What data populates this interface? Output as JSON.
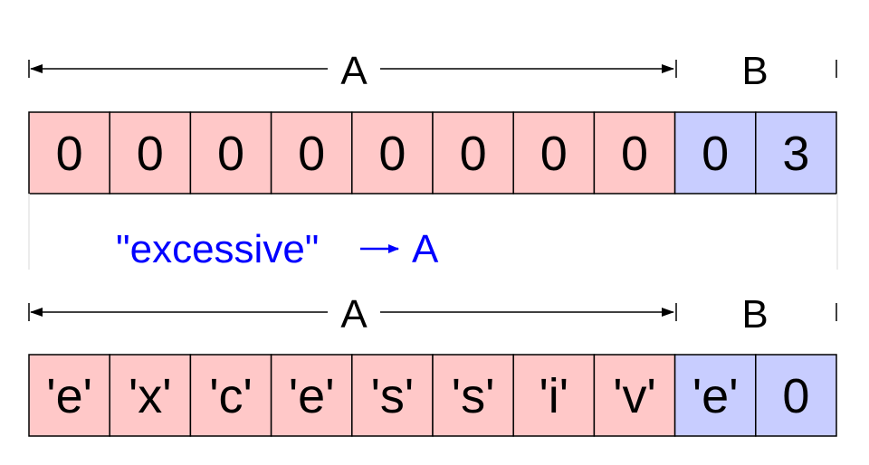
{
  "colors": {
    "a_fill": "#ffc8c8",
    "b_fill": "#c8cdff",
    "stroke": "#000000",
    "caption": "#0000ff"
  },
  "rows": [
    {
      "label_a": "A",
      "label_b": "B",
      "cells": [
        {
          "text": "0",
          "region": "A"
        },
        {
          "text": "0",
          "region": "A"
        },
        {
          "text": "0",
          "region": "A"
        },
        {
          "text": "0",
          "region": "A"
        },
        {
          "text": "0",
          "region": "A"
        },
        {
          "text": "0",
          "region": "A"
        },
        {
          "text": "0",
          "region": "A"
        },
        {
          "text": "0",
          "region": "A"
        },
        {
          "text": "0",
          "region": "B"
        },
        {
          "text": "3",
          "region": "B"
        }
      ]
    },
    {
      "label_a": "A",
      "label_b": "B",
      "cells": [
        {
          "text": "'e'",
          "region": "A"
        },
        {
          "text": "'x'",
          "region": "A"
        },
        {
          "text": "'c'",
          "region": "A"
        },
        {
          "text": "'e'",
          "region": "A"
        },
        {
          "text": "'s'",
          "region": "A"
        },
        {
          "text": "'s'",
          "region": "A"
        },
        {
          "text": "'i'",
          "region": "A"
        },
        {
          "text": "'v'",
          "region": "A"
        },
        {
          "text": "'e'",
          "region": "B"
        },
        {
          "text": "0",
          "region": "B"
        }
      ]
    }
  ],
  "caption": {
    "value": "\"excessive\"",
    "target": "A"
  }
}
